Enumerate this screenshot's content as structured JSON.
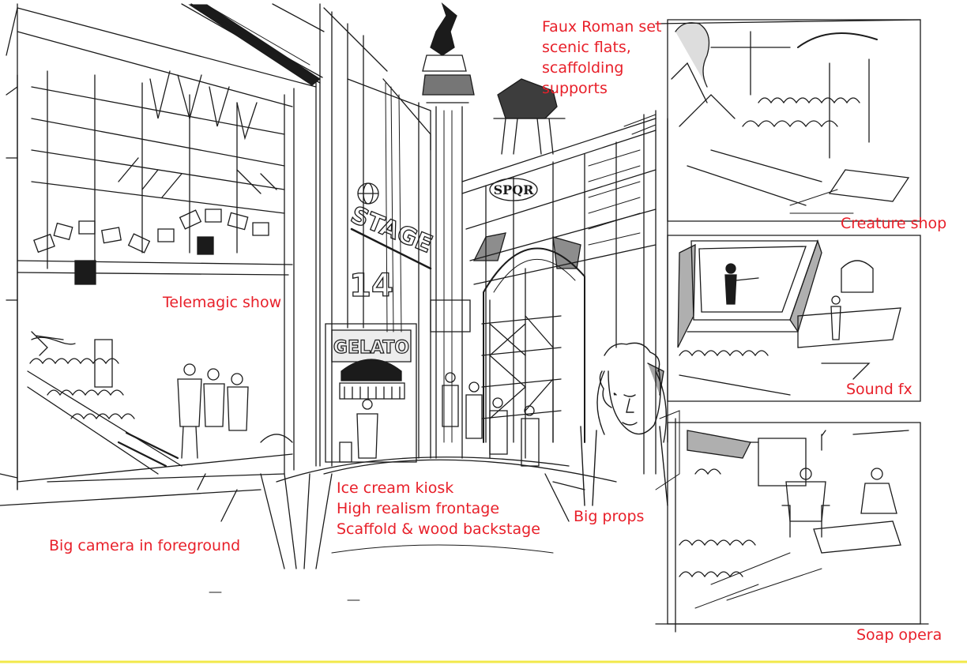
{
  "colors": {
    "ink": "#1b1b1b",
    "annotation": "#e8202a",
    "paper": "#ffffff",
    "bottom_rule": "#f2e84a"
  },
  "annotations": {
    "faux_roman": [
      "Faux Roman set",
      "scenic flats,",
      "scaffolding",
      "supports"
    ],
    "telemagic": "Telemagic show",
    "ice_cream": [
      "Ice cream kiosk",
      "High realism frontage",
      "Scaffold & wood backstage"
    ],
    "big_camera": "Big camera in foreground",
    "big_props": "Big props",
    "creature_shop": "Creature shop",
    "sound_fx": "Sound fx",
    "soap_opera": "Soap opera"
  },
  "signage": {
    "stage_word": "STAGE",
    "stage_number": "14",
    "kiosk_sign": "GELATO",
    "arch_inscription": "SPQR"
  }
}
